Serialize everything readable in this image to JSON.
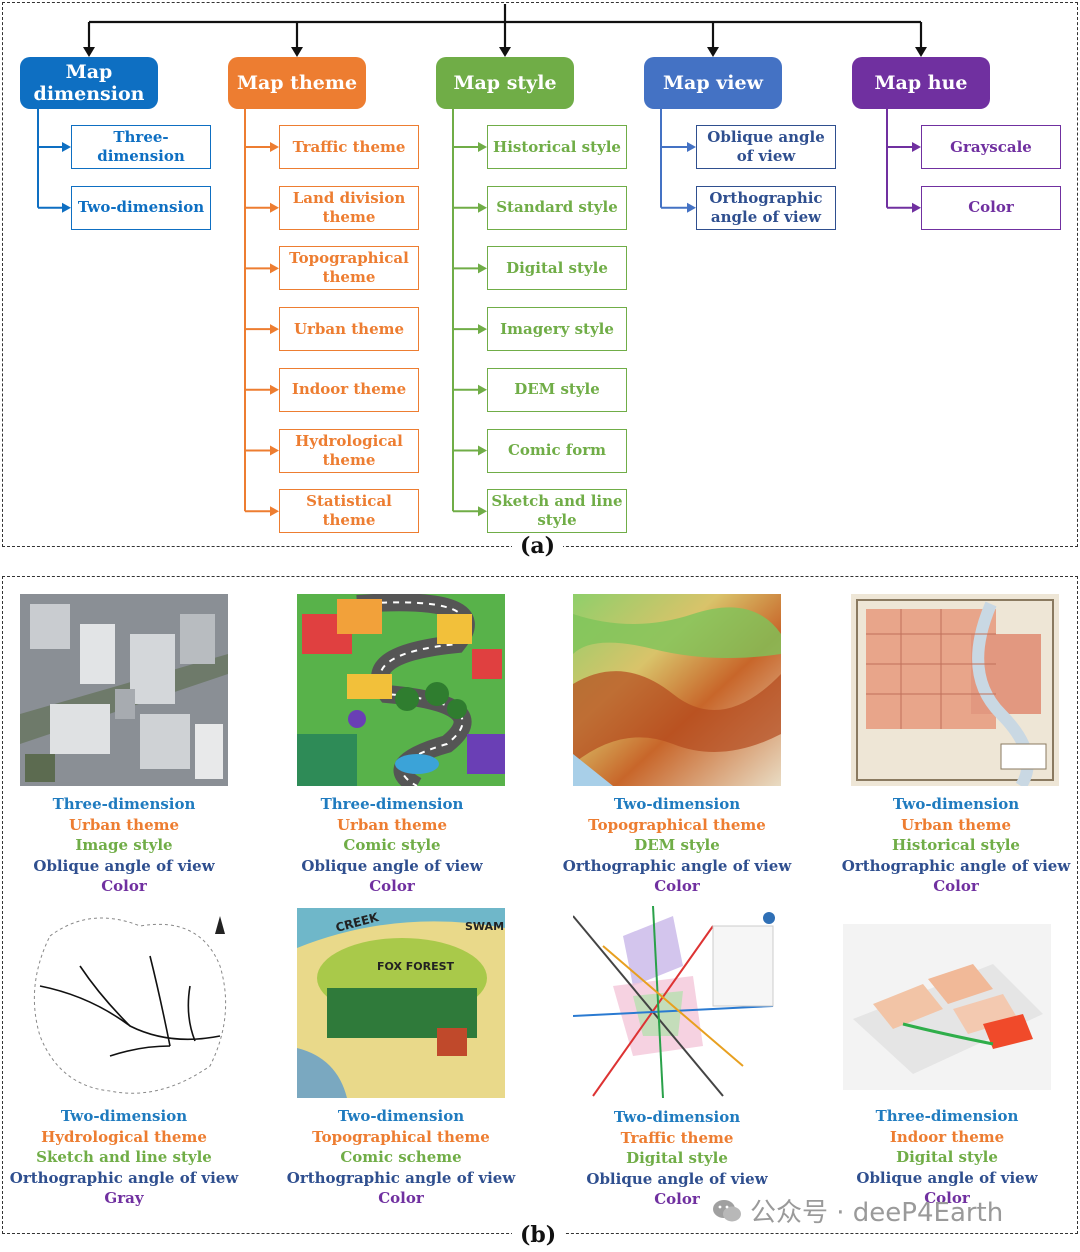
{
  "panel_a": {
    "label": "(a)",
    "categories": [
      {
        "title": "Map dimension",
        "color": "#0e6fc2",
        "items": [
          "Three-dimension",
          "Two-dimension"
        ]
      },
      {
        "title": "Map theme",
        "color": "#ed7d31",
        "items": [
          "Traffic theme",
          "Land division theme",
          "Topographical theme",
          "Urban theme",
          "Indoor theme",
          "Hydrological theme",
          "Statistical theme"
        ]
      },
      {
        "title": "Map style",
        "color": "#70ad47",
        "items": [
          "Historical style",
          "Standard style",
          "Digital style",
          "Imagery style",
          "DEM style",
          "Comic form",
          "Sketch and line style"
        ]
      },
      {
        "title": "Map view",
        "color": "#4472c4",
        "leaf_color": "#2f4f8f",
        "items": [
          "Oblique angle of view",
          "Orthographic angle of view"
        ]
      },
      {
        "title": "Map hue",
        "color": "#7030a0",
        "items": [
          "Grayscale",
          "Color"
        ]
      }
    ]
  },
  "panel_b": {
    "label": "(b)",
    "examples": [
      {
        "thumb": "aerial-3d-city",
        "dimension": "Three-dimension",
        "theme": "Urban theme",
        "style": "Image style",
        "view": "Oblique angle of view",
        "hue": "Color"
      },
      {
        "thumb": "comic-town",
        "dimension": "Three-dimension",
        "theme": "Urban theme",
        "style": "Comic style",
        "view": "Oblique angle of view",
        "hue": "Color"
      },
      {
        "thumb": "dem-terrain",
        "dimension": "Two-dimension",
        "theme": "Topographical theme",
        "style": "DEM style",
        "view": "Orthographic angle of view",
        "hue": "Color"
      },
      {
        "thumb": "historical-city-map",
        "dimension": "Two-dimension",
        "theme": "Urban theme",
        "style": "Historical style",
        "view": "Orthographic angle of view",
        "hue": "Color"
      },
      {
        "thumb": "river-sketch",
        "dimension": "Two-dimension",
        "theme": "Hydrological theme",
        "style": "Sketch and line style",
        "view": "Orthographic angle of view",
        "hue": "Gray"
      },
      {
        "thumb": "comic-forest",
        "dimension": "Two-dimension",
        "theme": "Topographical theme",
        "style": "Comic scheme",
        "view": "Orthographic angle of view",
        "hue": "Color"
      },
      {
        "thumb": "metro-map",
        "dimension": "Two-dimension",
        "theme": "Traffic theme",
        "style": "Digital style",
        "view": "Oblique angle of view",
        "hue": "Color"
      },
      {
        "thumb": "indoor-3d-map",
        "dimension": "Three-dimension",
        "theme": "Indoor theme",
        "style": "Digital style",
        "view": "Oblique angle of view",
        "hue": "Color"
      }
    ],
    "thumb_labels": {
      "comic_forest": {
        "creek": "CREEK",
        "forest": "FOX FOREST",
        "swamp": "SWAM"
      }
    }
  },
  "watermark": {
    "text": "公众号 · deeP4Earth",
    "icon": "wechat-icon"
  }
}
